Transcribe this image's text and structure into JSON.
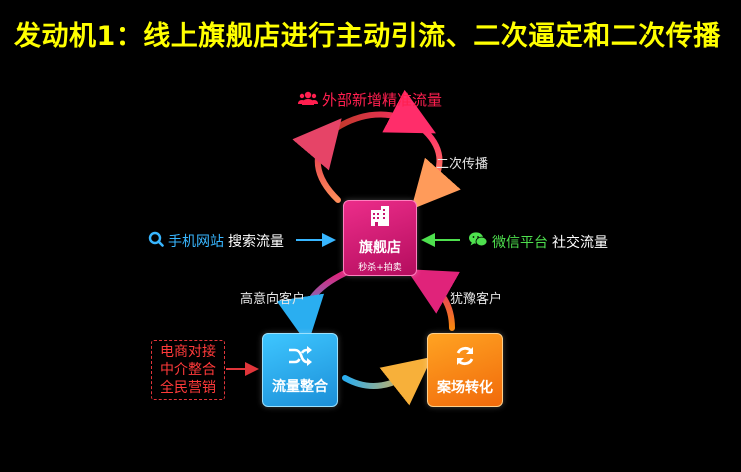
{
  "title": "发动机1：线上旗舰店进行主动引流、二次逼定和二次传播",
  "nodes": {
    "flagship": {
      "icon": "building-icon",
      "name": "旗舰店",
      "sub": "秒杀+拍卖"
    },
    "traffic": {
      "icon": "shuffle-icon",
      "name": "流量整合"
    },
    "conversion": {
      "icon": "refresh-icon",
      "name": "案场转化"
    }
  },
  "labels": {
    "external": "外部新增精准流量",
    "second_spread": "二次传播",
    "high_intent": "高意向客户",
    "hesitant": "犹豫客户",
    "mobile_site": "手机网站",
    "search_traffic": "搜索流量",
    "wechat": "微信平台",
    "social_traffic": "社交流量"
  },
  "sources": [
    "电商对接",
    "中介整合",
    "全民营销"
  ],
  "colors": {
    "title": "#ffff00",
    "flagship": "#e0237a",
    "traffic": "#2aaef0",
    "conversion": "#f7860f",
    "external": "#ff1f4f",
    "mobile": "#38b6ff",
    "wechat": "#4ee04e"
  }
}
